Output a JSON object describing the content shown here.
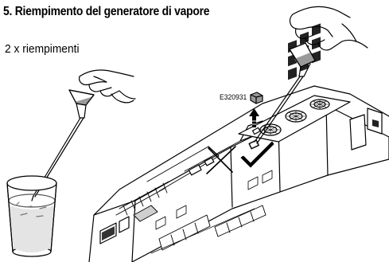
{
  "page": {
    "heading": "5. Riempimento del generatore di vapore",
    "subtitle": "2 x riempimenti",
    "part_number": "E320931"
  },
  "illustration": {
    "icons": [
      "hand-with-pipette-icon",
      "glass-of-water-icon",
      "locomotive-icon",
      "cross-mark-icon",
      "check-mark-icon",
      "cap-icon",
      "up-arrow-icon",
      "fan-grille-icon"
    ],
    "colors": {
      "line": "#000000",
      "shade": "#9a9a9a",
      "light-shade": "#d6d6d6",
      "background": "#ffffff"
    }
  }
}
